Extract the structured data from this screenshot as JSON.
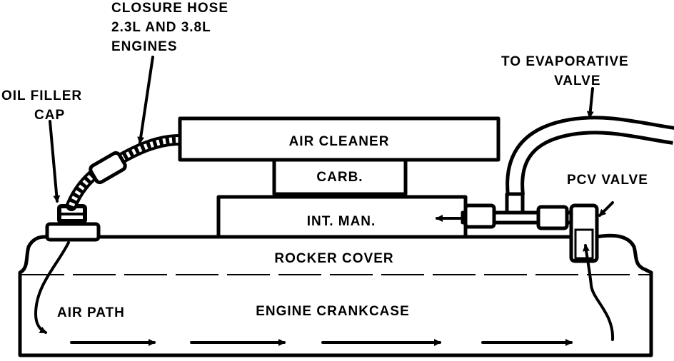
{
  "labels": {
    "closure_hose_line1": "CLOSURE HOSE",
    "closure_hose_line2": "2.3L AND 3.8L",
    "closure_hose_line3": "ENGINES",
    "oil_filler_line1": "OIL FILLER",
    "oil_filler_line2": "CAP",
    "evap_line1": "TO EVAPORATIVE",
    "evap_line2": "VALVE",
    "air_cleaner": "AIR CLEANER",
    "carb": "CARB.",
    "pcv_valve": "PCV VALVE",
    "int_man": "INT. MAN.",
    "rocker_cover": "ROCKER COVER",
    "air_path": "AIR PATH",
    "engine_crankcase": "ENGINE CRANKCASE"
  },
  "colors": {
    "ink": "#000000",
    "background": "#ffffff"
  }
}
